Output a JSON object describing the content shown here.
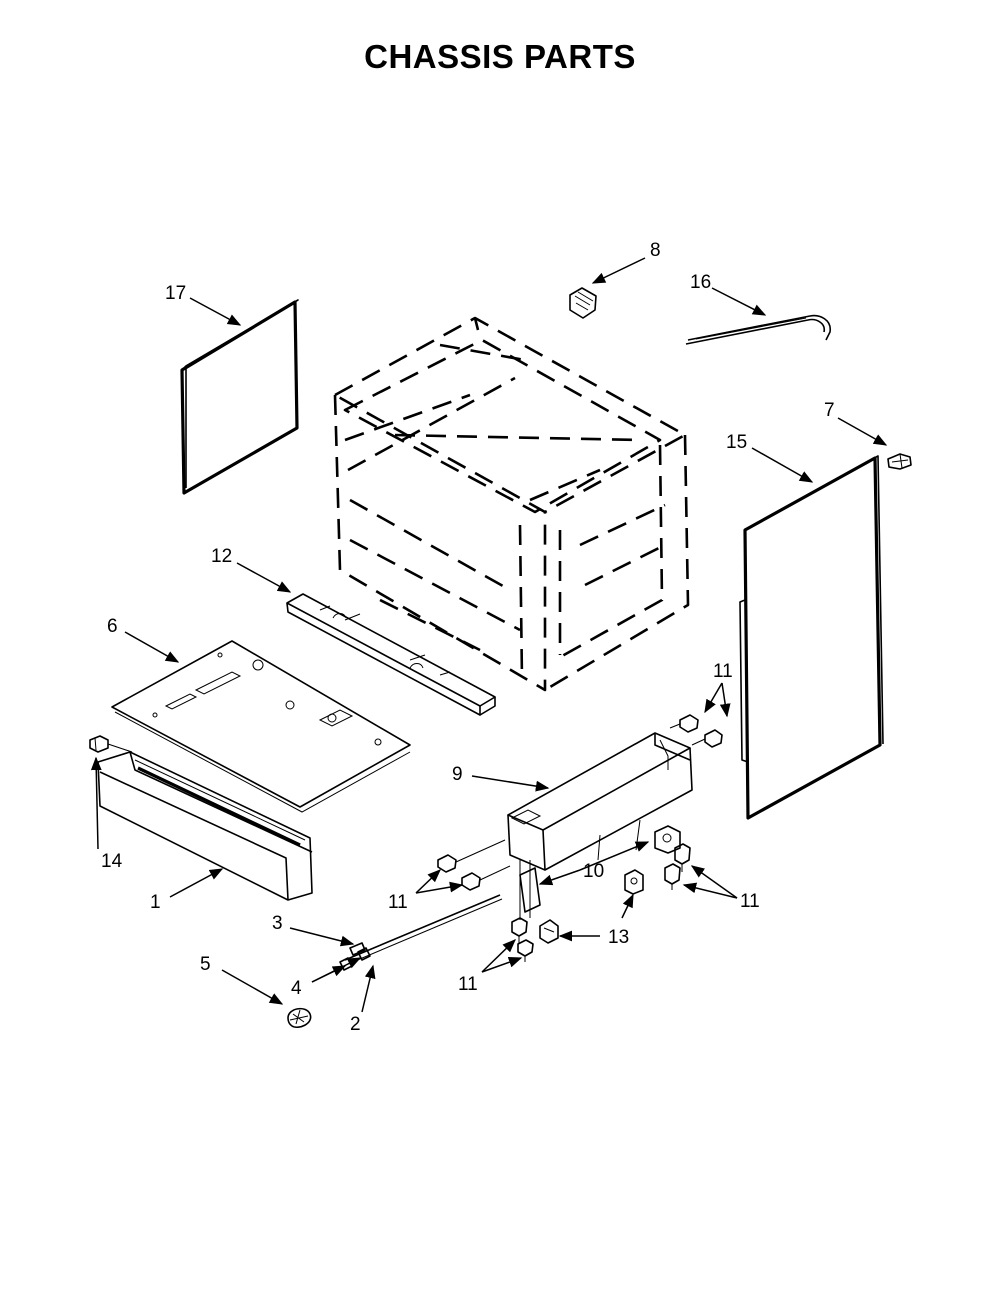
{
  "title": "CHASSIS PARTS",
  "callouts": {
    "c1": "1",
    "c2": "2",
    "c3": "3",
    "c4": "4",
    "c5": "5",
    "c6": "6",
    "c7": "7",
    "c8": "8",
    "c9": "9",
    "c10": "10",
    "c11a": "11",
    "c11b": "11",
    "c11c": "11",
    "c11d": "11",
    "c12": "12",
    "c13": "13",
    "c14": "14",
    "c15": "15",
    "c16": "16",
    "c17": "17"
  }
}
